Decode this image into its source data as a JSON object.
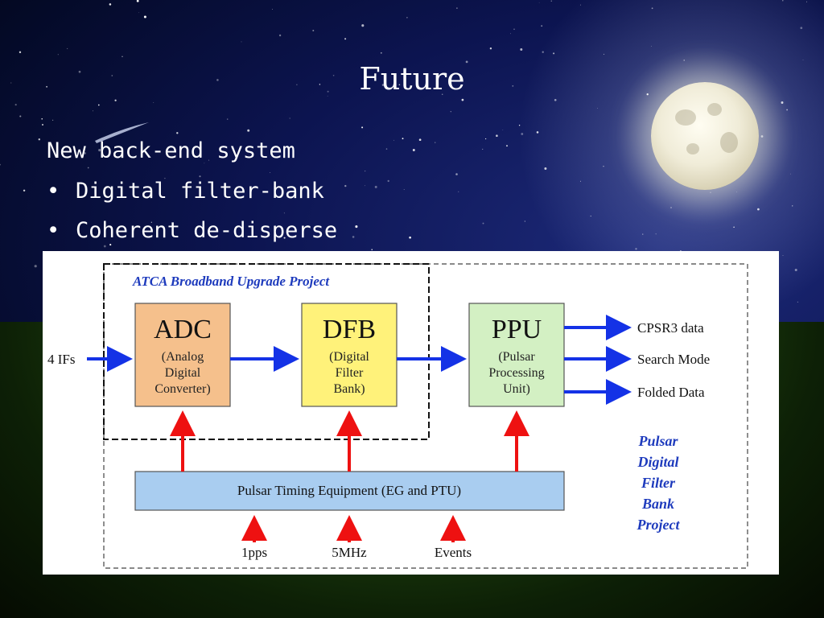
{
  "slide": {
    "title": "Future",
    "heading": "New back-end system",
    "bullets": [
      "Digital filter-bank",
      "Coherent de-disperse"
    ]
  },
  "diagram": {
    "atca_label": "ATCA Broadband Upgrade Project",
    "input_label": "4 IFs",
    "adc": {
      "title": "ADC",
      "line1": "(Analog",
      "line2": "Digital",
      "line3": "Converter)"
    },
    "dfb": {
      "title": "DFB",
      "line1": "(Digital",
      "line2": "Filter",
      "line3": "Bank)"
    },
    "ppu": {
      "title": "PPU",
      "line1": "(Pulsar",
      "line2": "Processing",
      "line3": "Unit)"
    },
    "outputs": [
      "CPSR3 data",
      "Search Mode",
      "Folded Data"
    ],
    "timing_label": "Pulsar Timing Equipment (EG and PTU)",
    "timing_inputs": [
      "1pps",
      "5MHz",
      "Events"
    ],
    "project_label": [
      "Pulsar",
      "Digital",
      "Filter",
      "Bank",
      "Project"
    ],
    "colors": {
      "adc_fill": "#f5c08c",
      "dfb_fill": "#fff27a",
      "ppu_fill": "#d3f0c3",
      "timing_fill": "#a9cdf0",
      "signal_arrow": "#1432e6",
      "timing_arrow": "#ee1111",
      "label_blue": "#1e3bbd"
    }
  }
}
